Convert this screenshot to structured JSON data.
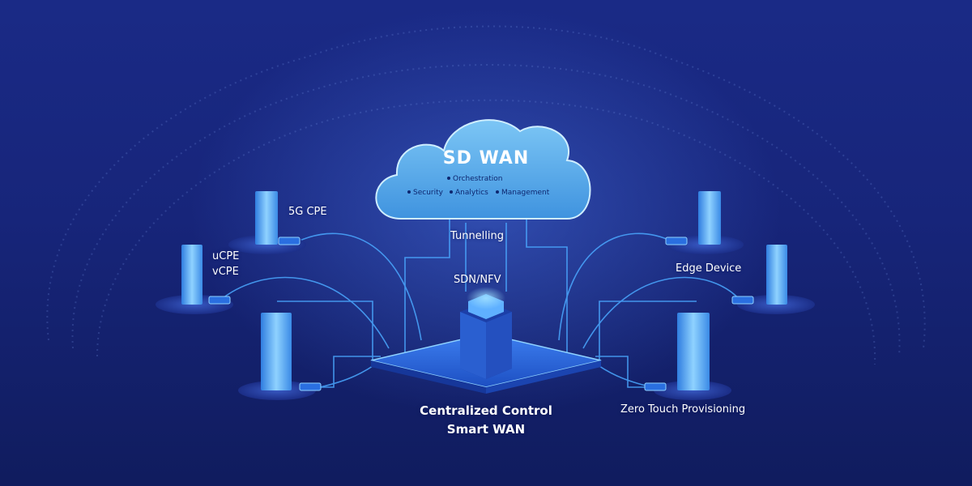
{
  "cloud": {
    "title": "SD WAN",
    "features": [
      "Orchestration",
      "Security",
      "Analytics",
      "Management"
    ]
  },
  "labels": {
    "tunnelling": "Tunnelling",
    "sdn_nfv": "SDN/NFV",
    "cpe_5g": "5G CPE",
    "ucpe": "uCPE",
    "vcpe": "vCPE",
    "edge_device": "Edge Device",
    "zero_touch": "Zero Touch Provisioning",
    "centralized_control": "Centralized Control",
    "smart_wan": "Smart WAN"
  },
  "colors": {
    "background": "#17257a",
    "cloud": "#5fb2ee",
    "link_line": "#4aa8ff",
    "server": "#59b8ff",
    "text": "#ffffff"
  }
}
